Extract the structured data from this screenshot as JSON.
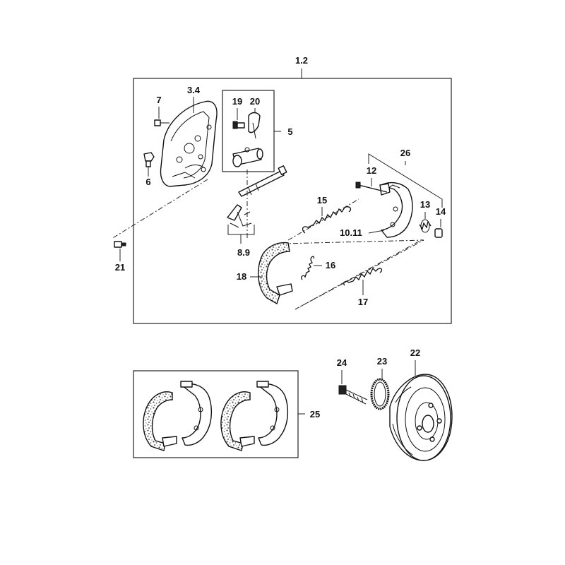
{
  "callouts": {
    "c1_2": "1.2",
    "c3_4": "3.4",
    "c5": "5",
    "c6": "6",
    "c7": "7",
    "c8_9": "8.9",
    "c10_11": "10.11",
    "c12": "12",
    "c13": "13",
    "c14": "14",
    "c15": "15",
    "c16": "16",
    "c17": "17",
    "c18": "18",
    "c19": "19",
    "c20": "20",
    "c21": "21",
    "c22": "22",
    "c23": "23",
    "c24": "24",
    "c25": "25",
    "c26": "26"
  }
}
